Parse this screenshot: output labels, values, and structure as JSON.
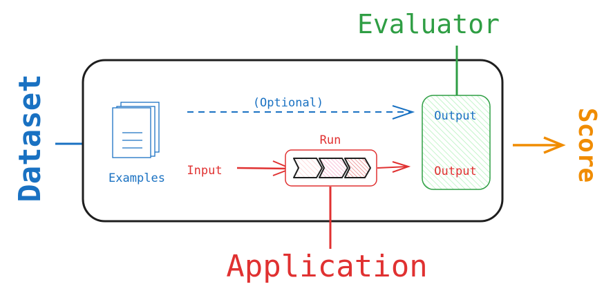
{
  "colors": {
    "dataset": "#1971c2",
    "application": "#e03131",
    "evaluator": "#2f9e44",
    "score": "#f08c00",
    "frame": "#1e1e1e"
  },
  "labels": {
    "dataset": "Dataset",
    "evaluator": "Evaluator",
    "application": "Application",
    "score": "Score",
    "examples": "Examples",
    "optional": "(Optional)",
    "run": "Run",
    "input": "Input",
    "reference_output": "Output",
    "app_output": "Output"
  },
  "icons": {
    "examples": "documents-stack-icon",
    "run_steps": "chevron-steps-icon"
  }
}
